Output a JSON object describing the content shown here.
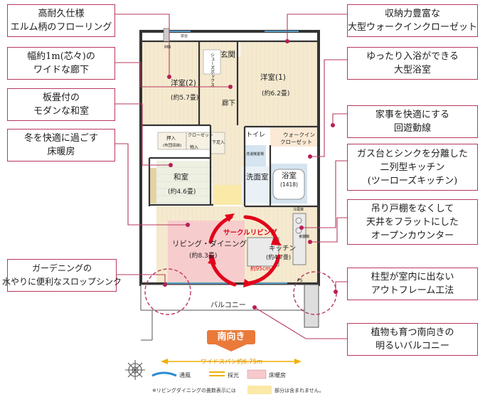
{
  "callouts": {
    "flooring": [
      "高耐久仕様",
      "エルム柄のフローリング"
    ],
    "corridor": [
      "幅約1m(芯々)の",
      "ワイドな廊下"
    ],
    "washitsu": [
      "板畳付の",
      "モダンな和室"
    ],
    "floorheat": [
      "冬を快適に過ごす",
      "床暖房"
    ],
    "gardening": [
      "ガーデニングの",
      "水やりに便利なスロップシンク"
    ],
    "walkin": [
      "収納力豊富な",
      "大型ウォークインクローゼット"
    ],
    "bath": [
      "ゆったり入浴ができる",
      "大型浴室"
    ],
    "circulation": [
      "家事を快適にする",
      "回遊動線"
    ],
    "kitchen2": [
      "ガス台とシンクを分離した",
      "二列型キッチン",
      "(ツーローズキッチン)"
    ],
    "counter": [
      "吊り戸棚をなくして",
      "天井をフラットにした",
      "オープンカウンター"
    ],
    "outframe": [
      "柱型が室内に出ない",
      "アウトフレーム工法"
    ],
    "balconycall": [
      "植物も育つ南向きの",
      "明るいバルコニー"
    ]
  },
  "rooms": {
    "genkan": "玄関",
    "shoes": "シューズボックス",
    "yoshitsu2": "洋室(2)",
    "yoshitsu2_size": "(約5.7畳)",
    "yoshitsu1": "洋室(1)",
    "yoshitsu1_size": "(約6.2畳)",
    "roka": "廊下",
    "toilet": "トイレ",
    "wic": "ウォークイン",
    "wic2": "クローゼット",
    "oshiire": "押入",
    "oshiire2": "(布団収納)",
    "closet": "クローゼット",
    "yuka": "物入",
    "shitagoshi": "下足入",
    "washitsu": "和室",
    "washitsu_size": "(約4.6畳)",
    "senmen": "洗面室",
    "yokushitsu": "浴室",
    "yokushitsu_size": "(1418)",
    "ld": "リビング・ダイニング",
    "ld_size": "(約8.3畳)",
    "kitchen": "キッチン",
    "kitchen_size": "(約4.7畳)",
    "balcony": "バルコニー",
    "circle": "サークルリビング",
    "dim95": "約95cm",
    "mb": "MB",
    "ps": "PS",
    "washer": "洗濯機置場",
    "reizoko": "冷蔵庫",
    "shokki": "食器棚",
    "window": "窓台"
  },
  "south": "南向き",
  "width_span": "ワイドスパン約6.75m",
  "legend": {
    "wind": "通風",
    "light": "採光",
    "floorheat": "床暖房",
    "note_pre": "※リビングダイニングの畳数表示には",
    "note_post": "部分は含まれません。"
  },
  "colors": {
    "accent": "#b8395b",
    "floor": "#f3e7c9",
    "floorheat": "#f7c9cc",
    "wet": "#d5e4ef",
    "dot": "#b81d55",
    "circle": "#e2001a",
    "south": "#ea7a3a"
  }
}
